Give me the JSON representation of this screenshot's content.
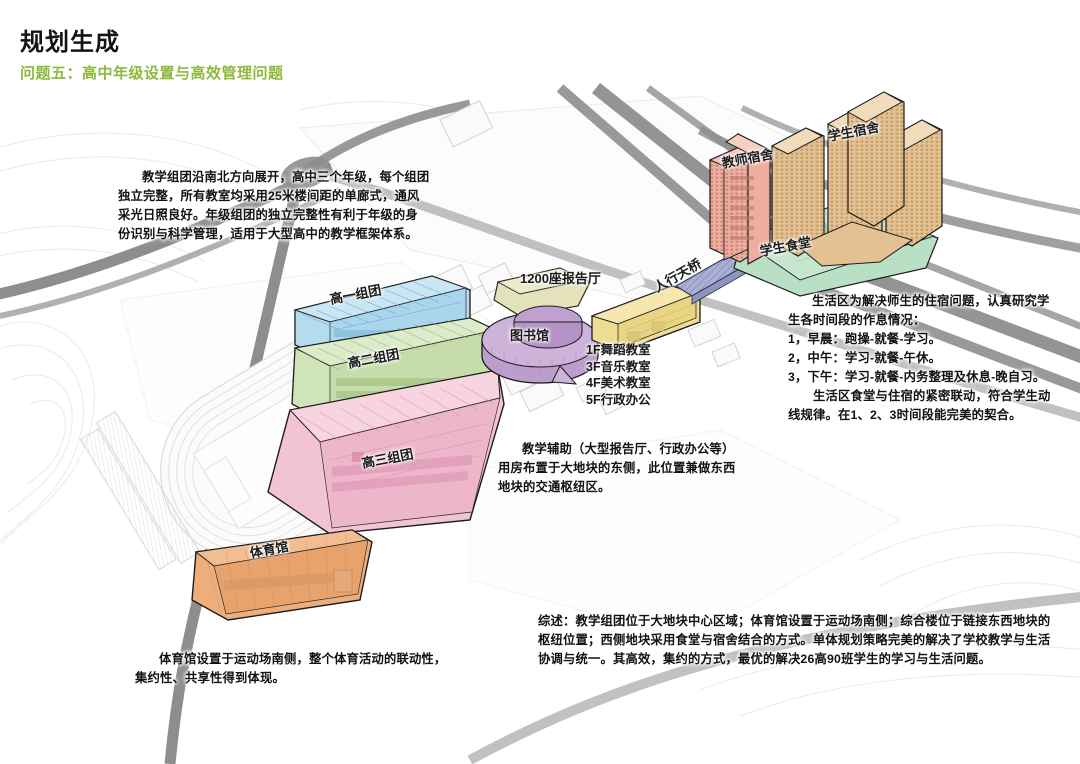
{
  "header": {
    "title": "规划生成",
    "subtitle": "问题五：高中年级设置与高效管理问题",
    "subtitle_color": "#8cb83c"
  },
  "annotations": {
    "teaching": "教学组团沿南北方向展开，高中三个年级，每个组团独立完整，所有教室均采用25米楼间距的单廊式，通风采光日照良好。年级组团的独立完整性有利于年级的身份识别与科学管理，适用于大型高中的教学框架体系。",
    "living": "生活区为解决师生的住宿问题，认真研究学生各时间段的作息情况：\n1，早晨：跑操-就餐-学习。\n2，中午：学习-就餐-午休。\n3，下午：学习-就餐-内务整理及休息-晚自习。\n　　生活区食堂与住宿的紧密联动，符合学生动线规律。在1、2、3时间段能完美的契合。",
    "auxiliary": "教学辅助（大型报告厅、行政办公等）用房布置于大地块的东侧，此位置兼做东西地块的交通枢纽区。",
    "gym": "体育馆设置于运动场南侧，整个体育活动的联动性，集约性、共享性得到体现。",
    "summary": "综述：教学组团位于大地块中心区域；体育馆设置于运动场南侧；综合楼位于链接东西地块的枢纽位置；西侧地块采用食堂与宿舍结合的方式。单体规划策略完美的解决了学校教学与生活协调与统一。其高效，集约的方式，最优的解决26高90班学生的学习与生活问题。"
  },
  "map_labels": {
    "grade1": "高一组团",
    "grade2": "高二组团",
    "grade3": "高三组团",
    "gymnasium": "体育馆",
    "lecture_hall": "1200座报告厅",
    "library": "图书馆",
    "footbridge": "人行天桥",
    "floors": "1F舞蹈教室\n3F音乐教室\n4F美术教室\n5F行政办公",
    "teacher_dorm": "教师宿舍",
    "student_dorm": "学生宿舍",
    "student_canteen": "学生食堂"
  },
  "palette": {
    "grade1_blue": "#b4dcef",
    "grade2_green": "#cfe4b8",
    "grade3_pink": "#f2c3d4",
    "gym_orange": "#eeae7c",
    "library_purple": "#c8aed6",
    "lecture_khaki": "#e3e2bb",
    "complex_yellow": "#f0dd94",
    "bridge_blue": "#a9b0d4",
    "teacher_dorm_pink": "#eead9f",
    "student_dorm_tan": "#e3c193",
    "canteen_mint": "#b9dfc4",
    "road_grey": "#8e8e8e",
    "site_white": "#fbfbfb",
    "contour_grey": "#e4e4e4"
  }
}
